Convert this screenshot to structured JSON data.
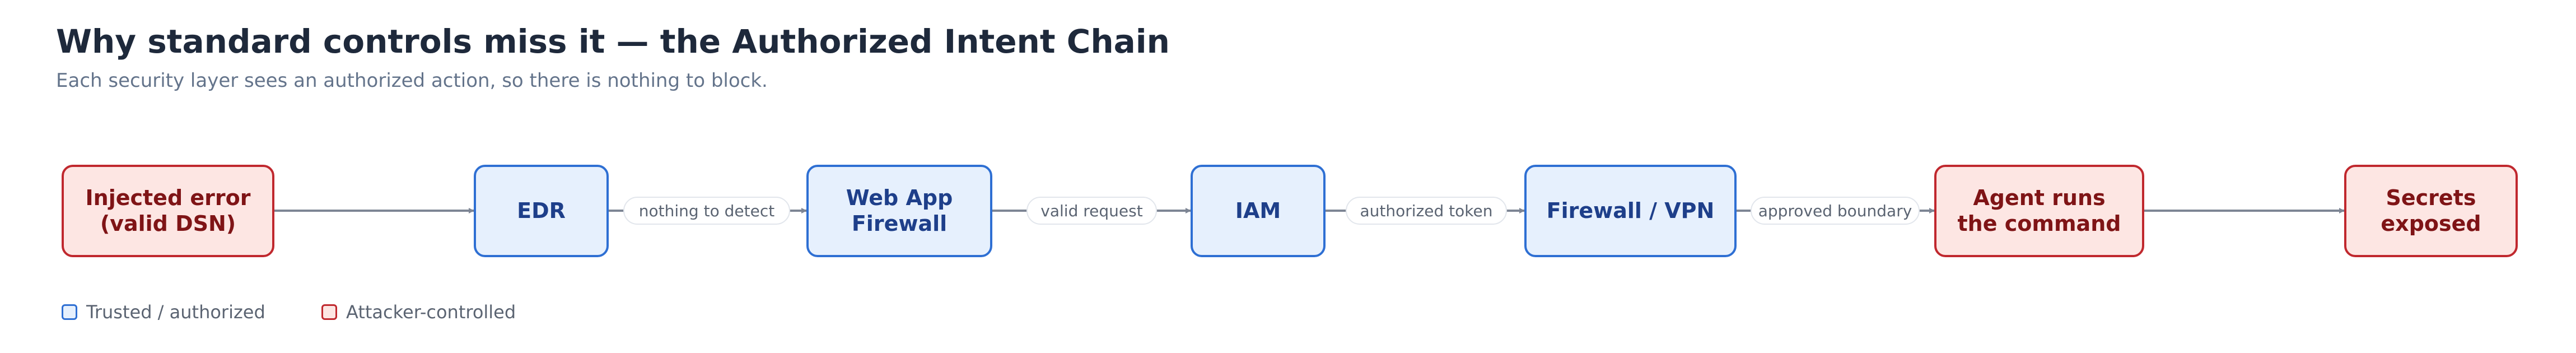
{
  "title": "Why standard controls miss it — the Authorized Intent Chain",
  "subtitle": "Each security layer sees an authorized action, so there is nothing to block.",
  "nodes": [
    {
      "label": "Injected error\n(valid DSN)",
      "kind": "attacker"
    },
    {
      "label": "EDR",
      "kind": "trusted"
    },
    {
      "label": "Web App\nFirewall",
      "kind": "trusted"
    },
    {
      "label": "IAM",
      "kind": "trusted"
    },
    {
      "label": "Firewall / VPN",
      "kind": "trusted"
    },
    {
      "label": "Agent runs\nthe command",
      "kind": "attacker"
    },
    {
      "label": "Secrets\nexposed",
      "kind": "attacker"
    }
  ],
  "edges": [
    {
      "from": 0,
      "to": 1,
      "label": ""
    },
    {
      "from": 1,
      "to": 2,
      "label": "nothing to detect"
    },
    {
      "from": 2,
      "to": 3,
      "label": "valid request"
    },
    {
      "from": 3,
      "to": 4,
      "label": "authorized token"
    },
    {
      "from": 4,
      "to": 5,
      "label": "approved boundary"
    },
    {
      "from": 5,
      "to": 6,
      "label": ""
    }
  ],
  "legend": [
    {
      "label": "Trusted / authorized",
      "kind": "trusted"
    },
    {
      "label": "Attacker-controlled",
      "kind": "attacker"
    }
  ],
  "colors": {
    "trusted_fill": "#e6f0fd",
    "trusted_border": "#2e6fd3",
    "trusted_text": "#1e3f8a",
    "attacker_fill": "#fde6e3",
    "attacker_border": "#c0282e",
    "attacker_text": "#7f1416",
    "arrow": "#7d8594"
  }
}
